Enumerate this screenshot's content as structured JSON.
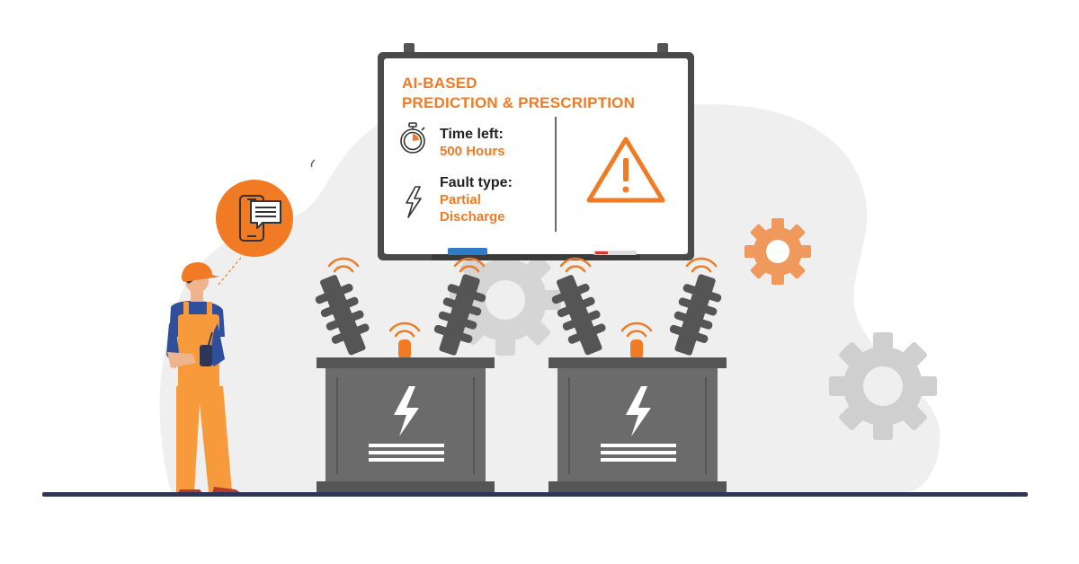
{
  "colors": {
    "accent": "#f07b24",
    "dark": "#3a3a3a",
    "gray": "#6b6b6b",
    "blob": "#eeeeee",
    "gear_light": "#d6d6d6",
    "navy": "#2f3556",
    "worker_orange": "#f79a3c",
    "worker_blue": "#2f4e9c"
  },
  "board": {
    "title_line1": "AI-BASED",
    "title_line2": "PREDICTION & PRESCRIPTION",
    "metric1_label": "Time left:",
    "metric1_value": "500 Hours",
    "metric2_label": "Fault type:",
    "metric2_value_line1": "Partial",
    "metric2_value_line2": "Discharge"
  },
  "icons": {
    "timer": "stopwatch-icon",
    "fault": "lightning-icon",
    "warning": "warning-triangle-icon",
    "message": "phone-chat-icon",
    "gear": "gear-icon"
  }
}
